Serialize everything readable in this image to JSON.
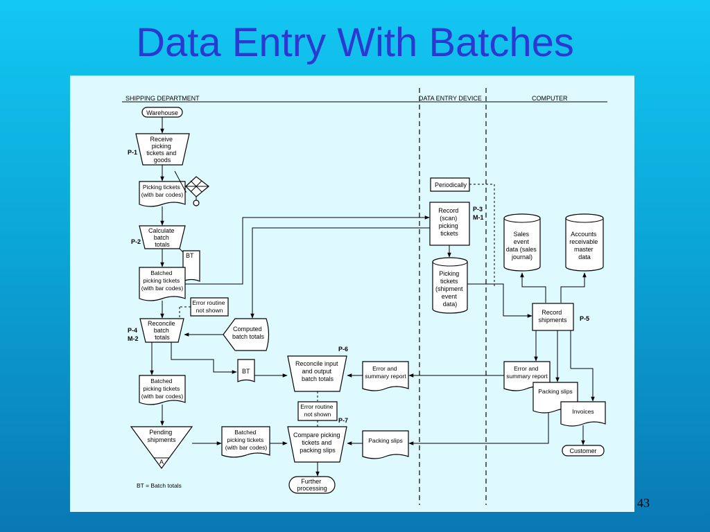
{
  "title": "Data Entry With Batches",
  "page_number": "43",
  "columns": {
    "shipping": "SHIPPING DEPARTMENT",
    "data_entry": "DATA ENTRY DEVICE",
    "computer": "COMPUTER"
  },
  "nodes": {
    "warehouse": "Warehouse",
    "receive": [
      "Receive",
      "picking",
      "tickets and",
      "goods"
    ],
    "picking_tickets_1": [
      "Picking tickets",
      "(with bar codes)"
    ],
    "calculate": [
      "Calculate",
      "batch",
      "totals"
    ],
    "bt_1": "BT",
    "batched_1": [
      "Batched",
      "picking tickets",
      "(with bar codes)"
    ],
    "error_1": [
      "Error routine",
      "not shown"
    ],
    "reconcile_batch": [
      "Reconcile",
      "batch",
      "totals"
    ],
    "computed": [
      "Computed",
      "batch totals"
    ],
    "batched_2": [
      "Batched",
      "picking tickets",
      "(with bar codes)"
    ],
    "bt_2": "BT",
    "reconcile_io": [
      "Reconcile input",
      "and output",
      "batch totals"
    ],
    "error_summary_1": [
      "Error and",
      "summary report"
    ],
    "error_2": [
      "Error routine",
      "not shown"
    ],
    "pending": [
      "Pending",
      "shipments"
    ],
    "pending_file": "A",
    "batched_3": [
      "Batched",
      "picking tickets",
      "(with bar codes)"
    ],
    "compare": [
      "Compare picking",
      "tickets and",
      "packing slips"
    ],
    "packing_slips_1": "Packing slips",
    "further": [
      "Further",
      "processing"
    ],
    "legend": "BT = Batch totals",
    "periodically": "Periodically",
    "record_scan": [
      "Record",
      "(scan)",
      "picking",
      "tickets"
    ],
    "picking_data": [
      "Picking",
      "tickets",
      "(shipment",
      "event",
      "data)"
    ],
    "sales_event": [
      "Sales",
      "event",
      "data (sales",
      "journal)"
    ],
    "ar_master": [
      "Accounts",
      "receivable",
      "master",
      "data"
    ],
    "record_shipments": [
      "Record",
      "shipments"
    ],
    "error_summary_2": [
      "Error and",
      "summary report"
    ],
    "packing_slips_2": "Packing slips",
    "invoices": "Invoices",
    "customer": "Customer"
  },
  "process_labels": {
    "p1": "P-1",
    "p2": "P-2",
    "p3": "P-3",
    "m1": "M-1",
    "p4": "P-4",
    "m2": "M-2",
    "p5": "P-5",
    "p6": "P-6",
    "p7": "P-7"
  }
}
